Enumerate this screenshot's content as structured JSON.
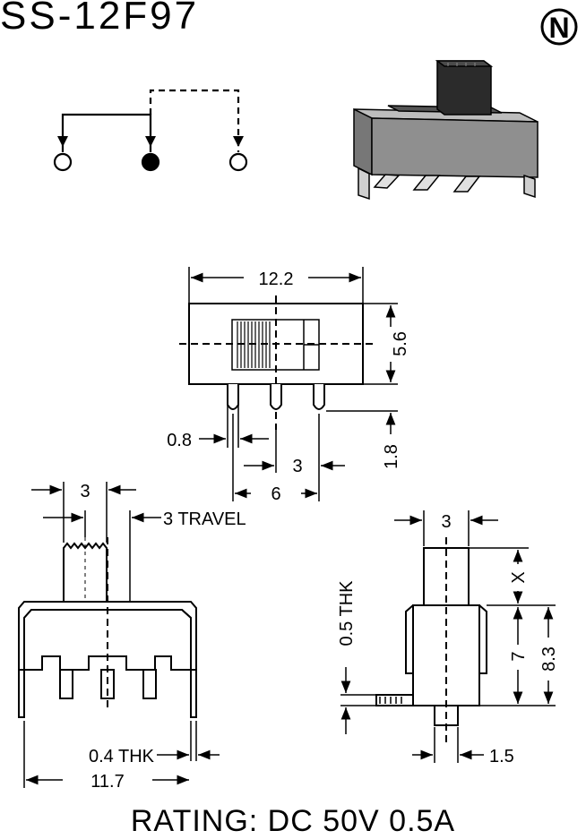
{
  "title": "SS-12F97",
  "brand_mark": "N",
  "rating": "RATING: DC 50V 0.5A",
  "dimensions": {
    "top_width": "12.2",
    "top_height": "5.6",
    "pin_width": "0.8",
    "pin_length": "1.8",
    "pin_pitch": "3",
    "pin_span": "6",
    "actuator_width": "3",
    "travel": "3 TRAVEL",
    "frame_thickness": "0.4 THK",
    "body_width": "11.7",
    "side_actuator_width": "3",
    "actuator_height": "X",
    "body_height": "7",
    "total_height": "8.3",
    "terminal_thickness": "0.5 THK",
    "terminal_offset": "1.5"
  }
}
